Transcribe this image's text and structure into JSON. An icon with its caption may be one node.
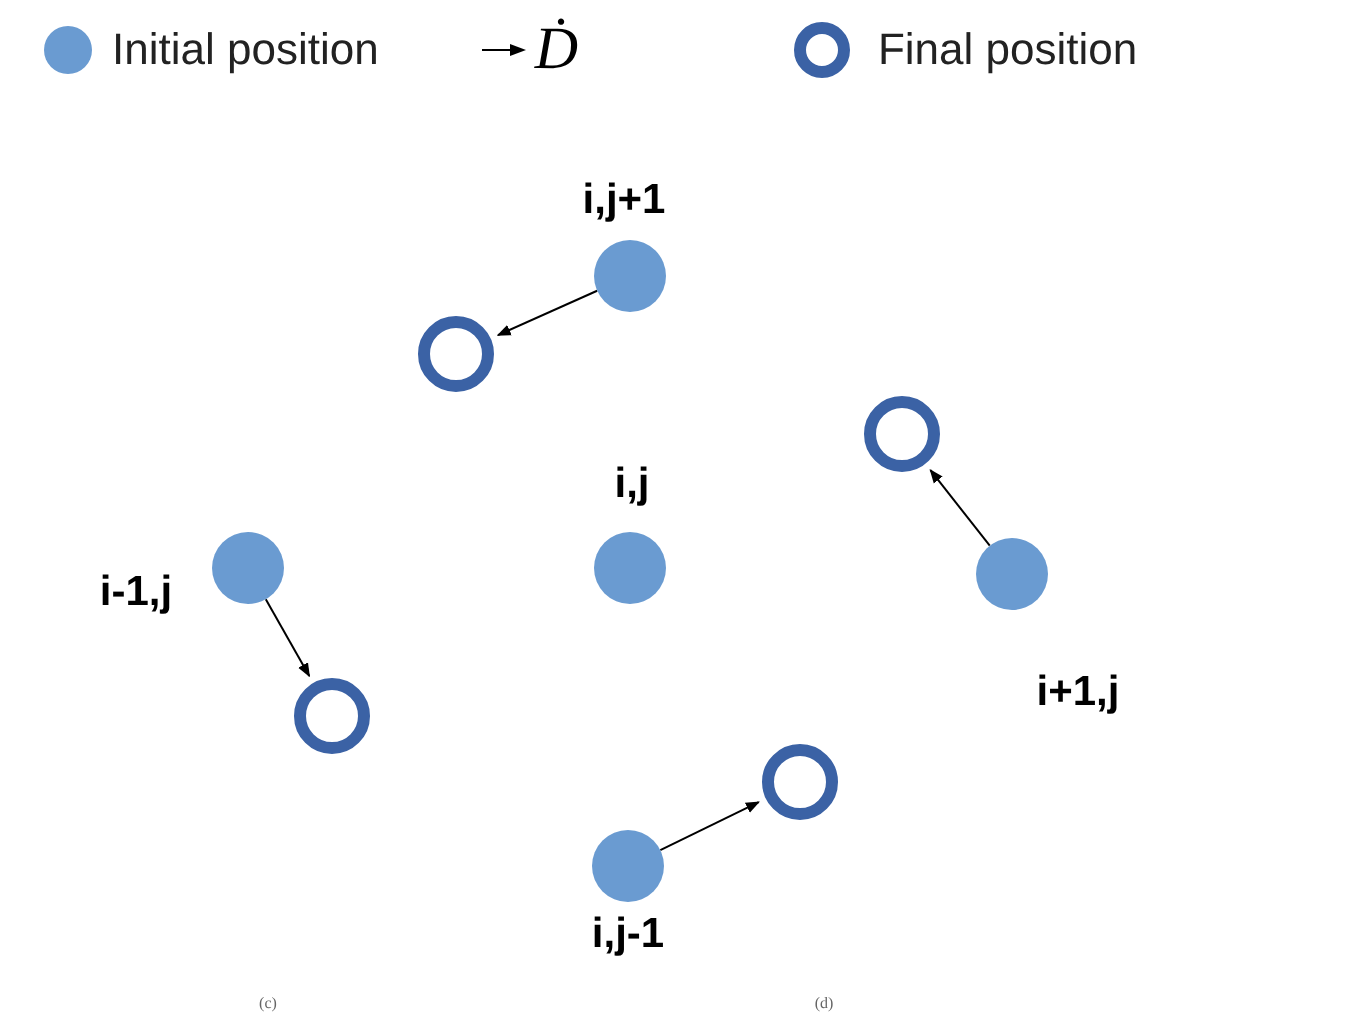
{
  "diagram": {
    "nodes": [
      {
        "text": [],
        "shape": "circle",
        "beside": [
          "i,j+1"
        ]
      },
      {
        "text": [],
        "shape": "ring"
      },
      {
        "text": [],
        "shape": "ring"
      },
      {
        "text": [],
        "shape": "circle",
        "beside": [
          "i-1,j"
        ]
      },
      {
        "text": [],
        "shape": "circle",
        "beside": [
          "i,j"
        ]
      },
      {
        "text": [],
        "shape": "circle",
        "beside": [
          "i+1,j"
        ]
      },
      {
        "text": [],
        "shape": "ring"
      },
      {
        "text": [],
        "shape": "ring"
      },
      {
        "text": [],
        "shape": "circle",
        "beside": [
          "i,j-1"
        ]
      }
    ],
    "edges": [
      {
        "from": 0,
        "to": 1,
        "arrow": "to"
      },
      {
        "from": 3,
        "to": 6,
        "arrow": "to"
      },
      {
        "from": 5,
        "to": 2,
        "arrow": "to"
      },
      {
        "from": 8,
        "to": 7,
        "arrow": "to"
      }
    ],
    "labels": [
      "(c)",
      "(d)"
    ],
    "legend": [
      {
        "text": "Initial position"
      },
      {
        "text": "Ḋ"
      },
      {
        "text": "Final position"
      }
    ]
  }
}
